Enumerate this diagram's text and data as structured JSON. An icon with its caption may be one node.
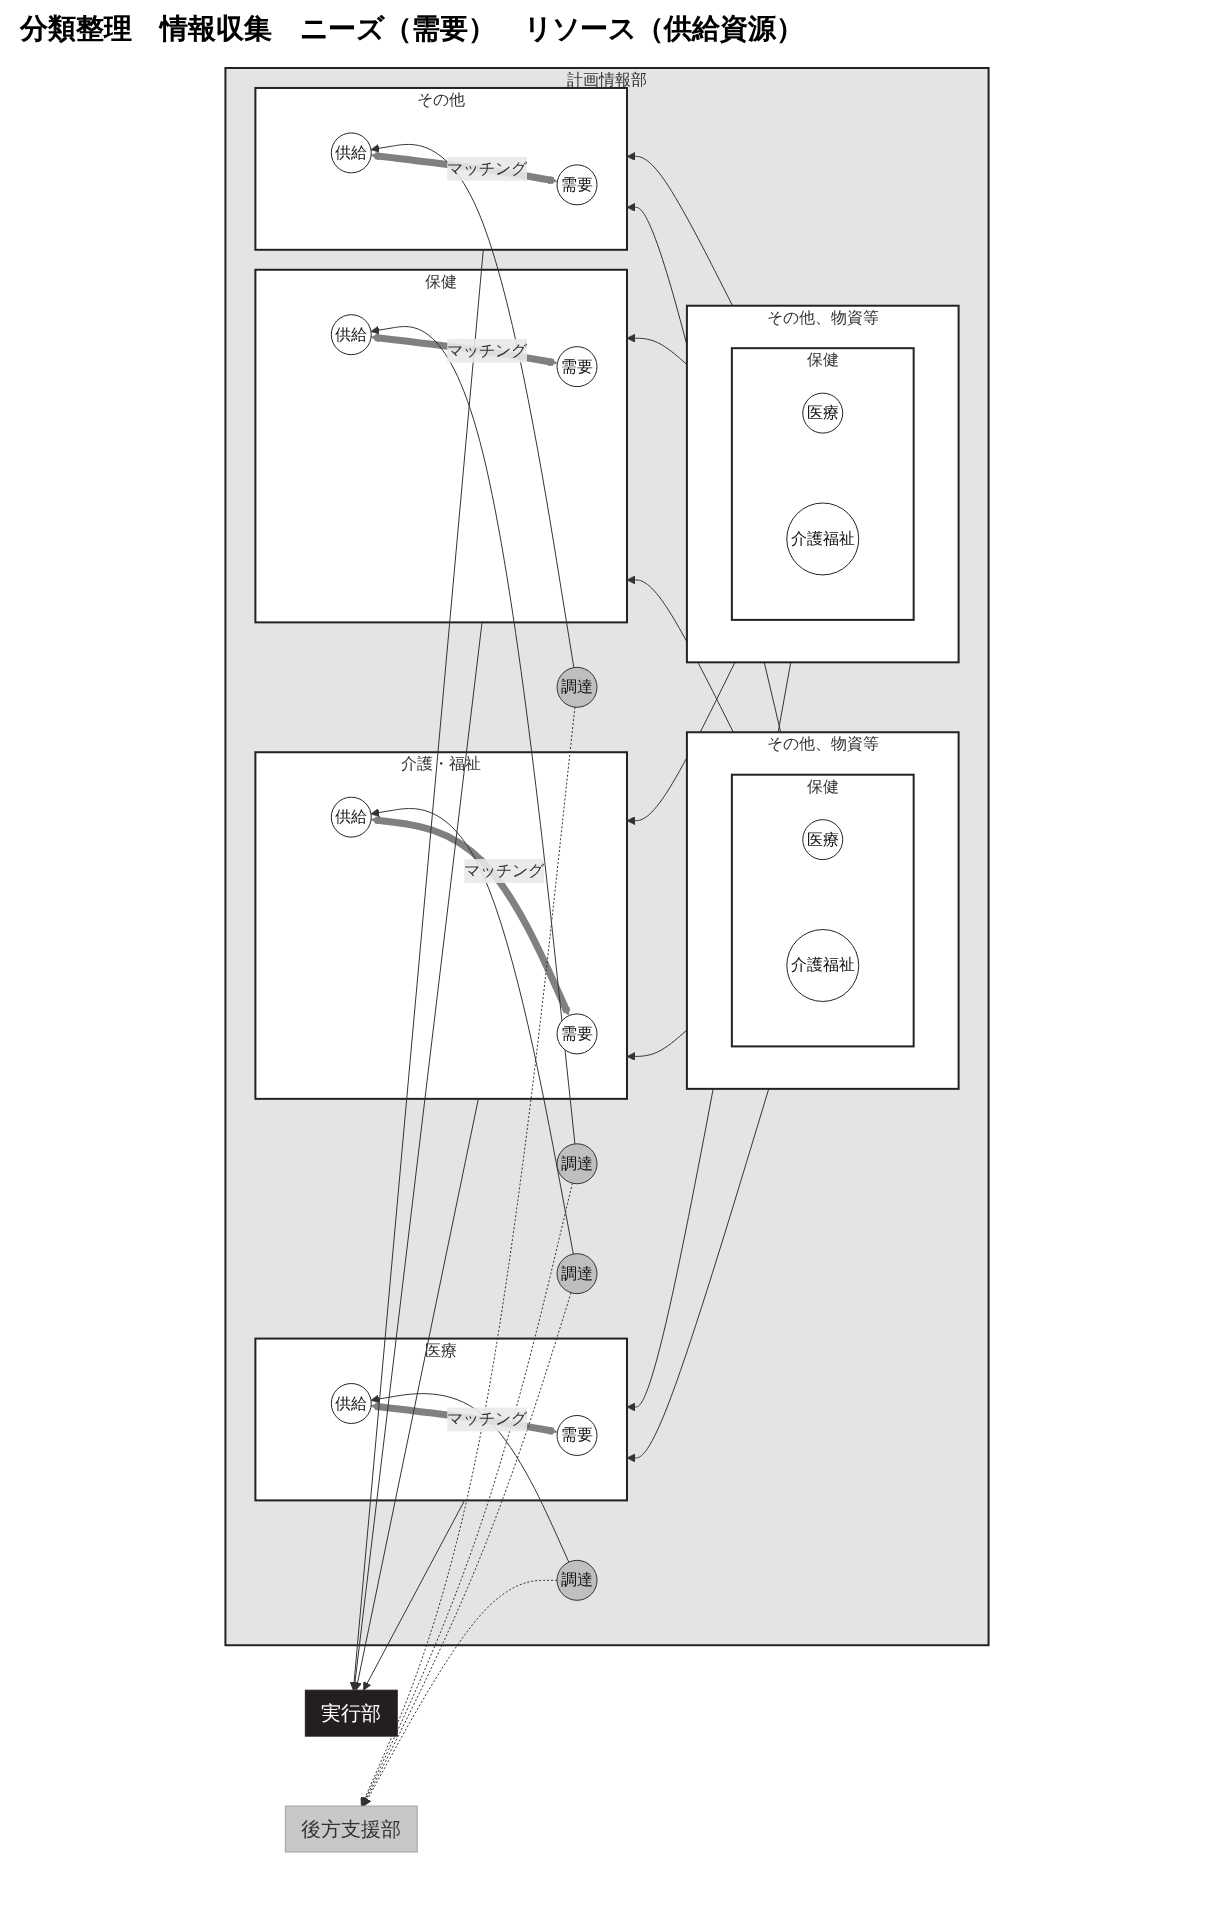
{
  "diagram": {
    "nodes": [
      {
        "text": [
          "計画情報部"
        ]
      },
      {
        "text": [
          "実行部"
        ]
      },
      {
        "text": [
          "後方支援部"
        ]
      },
      {
        "text": [
          "医療"
        ],
        "in": 0
      },
      {
        "text": [
          "需要"
        ],
        "in": 3
      },
      {
        "text": [
          "供給"
        ],
        "in": 3
      },
      {
        "text": [
          "調達"
        ],
        "in": 0
      },
      {
        "text": [
          "介護・福祉"
        ],
        "in": 0
      },
      {
        "text": [
          "需要"
        ],
        "in": 7
      },
      {
        "text": [
          "供給"
        ],
        "in": 7
      },
      {
        "text": [
          "調達"
        ],
        "in": 0
      },
      {
        "text": [
          "保健"
        ],
        "in": 0
      },
      {
        "text": [
          "需要"
        ],
        "in": 11
      },
      {
        "text": [
          "供給"
        ],
        "in": 11
      },
      {
        "text": [
          "調達"
        ],
        "in": 0
      },
      {
        "text": [
          "その他"
        ],
        "in": 0
      },
      {
        "text": [
          "需要"
        ],
        "in": 15
      },
      {
        "text": [
          "供給"
        ],
        "in": 15
      },
      {
        "text": [
          "調達"
        ],
        "in": 0
      },
      {
        "text": [
          "その他、物資等"
        ],
        "in": 0
      },
      {
        "text": [
          "保健"
        ],
        "in": 19
      },
      {
        "text": [
          "医療"
        ],
        "in": 20
      },
      {
        "text": [
          "介護福祉"
        ],
        "in": 20
      },
      {
        "text": [
          "その他、物資等"
        ],
        "in": 0
      },
      {
        "text": [
          "保健"
        ],
        "in": 23
      },
      {
        "text": [
          "医療"
        ],
        "in": 24
      },
      {
        "text": [
          "介護福祉"
        ],
        "in": 24
      }
    ],
    "edges": [
      {
        "from": 4,
        "to": 5,
        "arrow": "both",
        "label": "マッチング",
        "style": "thick",
        "color": "#808080"
      },
      {
        "from": 6,
        "to": 5,
        "arrow": "to"
      },
      {
        "from": 8,
        "to": 9,
        "arrow": "both",
        "label": "マッチング",
        "style": "thick",
        "color": "#808080"
      },
      {
        "from": 10,
        "to": 9,
        "arrow": "to"
      },
      {
        "from": 12,
        "to": 13,
        "arrow": "both",
        "label": "マッチング",
        "style": "thick",
        "color": "#808080"
      },
      {
        "from": 14,
        "to": 13,
        "arrow": "to"
      },
      {
        "from": 16,
        "to": 17,
        "arrow": "both",
        "label": "マッチング",
        "style": "thick",
        "color": "#808080"
      },
      {
        "from": 18,
        "to": 17,
        "arrow": "to"
      },
      {
        "from": 3,
        "to": 1,
        "arrow": "to"
      },
      {
        "from": 7,
        "to": 1,
        "arrow": "to"
      },
      {
        "from": 11,
        "to": 1,
        "arrow": "to"
      },
      {
        "from": 15,
        "to": 1,
        "arrow": "to"
      },
      {
        "from": 6,
        "to": 2,
        "arrow": "to",
        "style": "dashed"
      },
      {
        "from": 10,
        "to": 2,
        "arrow": "to",
        "style": "dashed"
      },
      {
        "from": 14,
        "to": 2,
        "arrow": "to",
        "style": "dashed"
      },
      {
        "from": 18,
        "to": 2,
        "arrow": "to",
        "style": "dashed"
      },
      {
        "from": 19,
        "to": 3,
        "arrow": "to"
      },
      {
        "from": 19,
        "to": 7,
        "arrow": "to"
      },
      {
        "from": 19,
        "to": 11,
        "arrow": "to"
      },
      {
        "from": 19,
        "to": 15,
        "arrow": "to"
      },
      {
        "from": 23,
        "to": 3,
        "arrow": "to"
      },
      {
        "from": 23,
        "to": 7,
        "arrow": "to"
      },
      {
        "from": 23,
        "to": 11,
        "arrow": "to"
      },
      {
        "from": 23,
        "to": 15,
        "arrow": "to"
      }
    ],
    "labels": [
      "分類整理",
      "情報収集",
      "ニーズ（需要）",
      "リソース（供給資源）"
    ]
  }
}
